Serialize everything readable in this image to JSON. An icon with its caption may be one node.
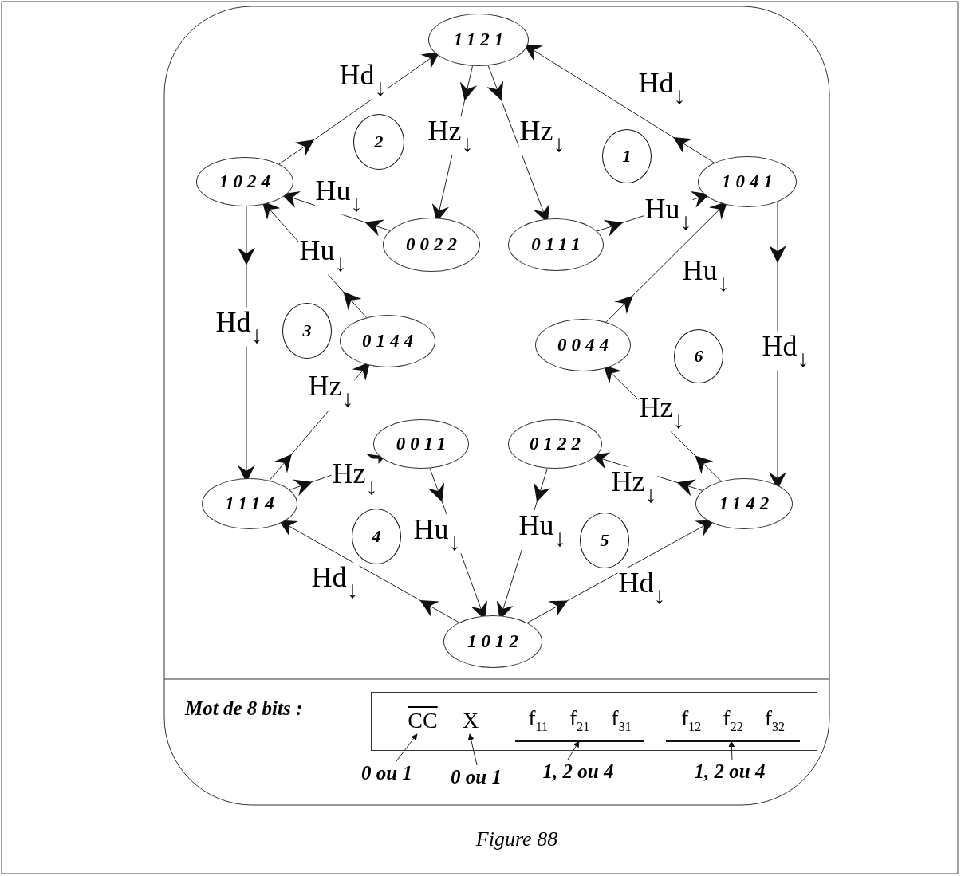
{
  "diagram": {
    "caption": "Figure 88",
    "nodes": [
      {
        "text": [
          "1121"
        ]
      },
      {
        "text": [
          "2"
        ]
      },
      {
        "text": [
          "1"
        ]
      },
      {
        "text": [
          "1024"
        ]
      },
      {
        "text": [
          "1041"
        ]
      },
      {
        "text": [
          "0022"
        ]
      },
      {
        "text": [
          "0111"
        ]
      },
      {
        "text": [
          "3"
        ]
      },
      {
        "text": [
          "0144"
        ]
      },
      {
        "text": [
          "0044"
        ]
      },
      {
        "text": [
          "6"
        ]
      },
      {
        "text": [
          "0011"
        ]
      },
      {
        "text": [
          "0122"
        ]
      },
      {
        "text": [
          "1114"
        ]
      },
      {
        "text": [
          "1142"
        ]
      },
      {
        "text": [
          "4"
        ]
      },
      {
        "text": [
          "5"
        ]
      },
      {
        "text": [
          "1012"
        ]
      },
      {
        "text": [],
        "shape": "box"
      },
      {
        "text": [
          "CC"
        ],
        "in": 18
      },
      {
        "text": [
          "X"
        ],
        "in": 18
      },
      {
        "text": [
          "f$_{11}$ f$_{21}$ f$_{31}$"
        ],
        "in": 18
      },
      {
        "text": [
          "f$_{12}$ f$_{22}$ f$_{32}$"
        ],
        "in": 18
      },
      {
        "text": [
          "0 ou 1"
        ]
      },
      {
        "text": [
          "0 ou 1"
        ]
      },
      {
        "text": [
          "1, 2 ou 4"
        ]
      },
      {
        "text": [
          "1, 2 ou 4"
        ]
      }
    ],
    "edges": [
      {
        "from": 3,
        "to": 0,
        "arrow": "to",
        "label": "Hd$_{↓}$"
      },
      {
        "from": 4,
        "to": 0,
        "arrow": "to",
        "label": "Hd$_{↓}$"
      },
      {
        "from": 0,
        "to": 5,
        "arrow": "to",
        "label": "Hz$_{↓}$"
      },
      {
        "from": 0,
        "to": 6,
        "arrow": "to",
        "label": "Hz$_{↓}$"
      },
      {
        "from": 5,
        "to": 3,
        "arrow": "to",
        "label": "Hu$_{↓}$"
      },
      {
        "from": 3,
        "to": 13,
        "arrow": "to",
        "label": "Hd$_{↓}$"
      },
      {
        "from": 8,
        "to": 3,
        "arrow": "to",
        "label": "Hu$_{↓}$"
      },
      {
        "from": 4,
        "to": 14,
        "arrow": "to",
        "label": "Hd$_{↓}$"
      },
      {
        "from": 6,
        "to": 4,
        "arrow": "to",
        "label": "Hu$_{↓}$"
      },
      {
        "from": 9,
        "to": 4,
        "arrow": "to",
        "label": "Hu$_{↓}$"
      },
      {
        "from": 13,
        "to": 8,
        "arrow": "to",
        "label": "Hz$_{↓}$"
      },
      {
        "from": 13,
        "to": 11,
        "arrow": "to",
        "label": "Hz$_{↓}$"
      },
      {
        "from": 11,
        "to": 17,
        "arrow": "to",
        "label": "Hu$_{↓}$"
      },
      {
        "from": 12,
        "to": 17,
        "arrow": "to",
        "label": "Hu$_{↓}$"
      },
      {
        "from": 14,
        "to": 12,
        "arrow": "to",
        "label": "Hz$_{↓}$"
      },
      {
        "from": 14,
        "to": 9,
        "arrow": "to",
        "label": "Hz$_{↓}$"
      },
      {
        "from": 17,
        "to": 13,
        "arrow": "to",
        "label": "Hd$_{↓}$"
      },
      {
        "from": 17,
        "to": 14,
        "arrow": "to",
        "label": "Hd$_{↓}$"
      },
      {
        "from": 23,
        "to": 19,
        "arrow": "to"
      },
      {
        "from": 24,
        "to": 20,
        "arrow": "to"
      },
      {
        "from": 25,
        "to": 21,
        "arrow": "to"
      },
      {
        "from": 26,
        "to": 22,
        "arrow": "to"
      }
    ],
    "labels": [
      "Mot de 8 bits :"
    ]
  }
}
